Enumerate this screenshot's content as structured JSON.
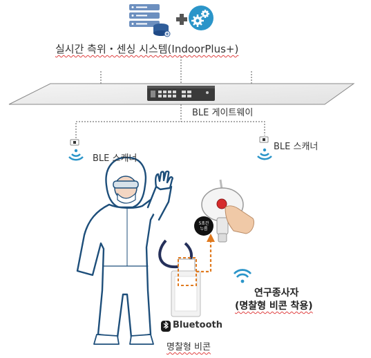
{
  "system_label": "실시간 측위・센싱 시스템(IndoorPlus+)",
  "gateway_label": "BLE 게이트웨이",
  "scanner_left_label": "BLE 스캐너",
  "scanner_right_label": "BLE 스캐너",
  "worker_label_line1": "연구종사자",
  "worker_label_line2": "(명찰형 비콘 착용)",
  "beacon_label": "명찰형 비콘",
  "bluetooth_label": "Bluetooth",
  "button_hint": "5초간\n누름",
  "colors": {
    "server_icon": "#5b7fb0",
    "gear_icon": "#2b95c9",
    "plus_icon": "#555555",
    "wifi_icon": "#2b95c9",
    "suit_outline": "#1d4e7a",
    "dashed_orange": "#e07a1f",
    "red_button": "#d62b2b"
  }
}
